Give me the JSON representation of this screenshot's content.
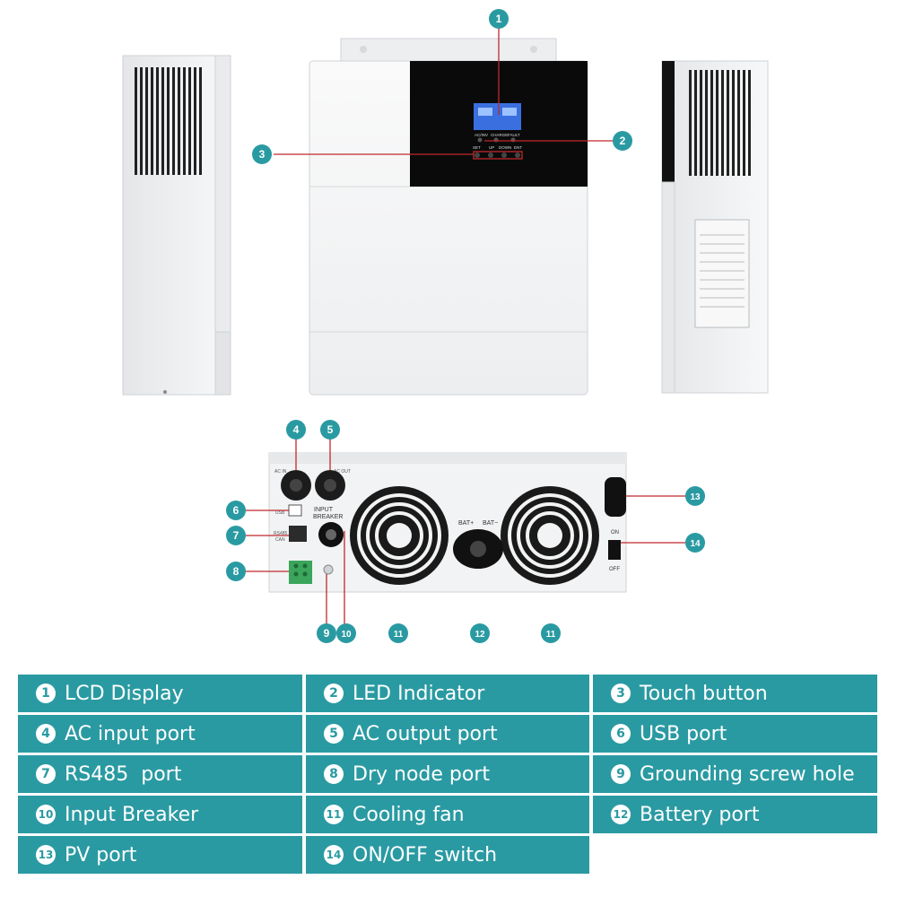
{
  "colors": {
    "teal": "#2a9aa2",
    "callout_red": "#c0282d",
    "callout_fill": "#2a9aa2",
    "body_white": "#f4f5f6",
    "screen_blue": "#3a6fe0"
  },
  "lcd": {
    "led_labels": [
      "AC/INV",
      "CHARGE",
      "FAULT"
    ],
    "button_labels": [
      "SET",
      "UP",
      "DOWN",
      "ENT"
    ]
  },
  "rear_panel": {
    "ac_in": "AC IN",
    "ac_out": "AC OUT",
    "usb": "USB",
    "rs485": "RS485",
    "can": "CAN",
    "input": "INPUT",
    "breaker": "BREAKER",
    "bat_plus": "BAT+",
    "bat_minus": "BAT−",
    "on": "ON",
    "off": "OFF"
  },
  "callouts": [
    "1",
    "2",
    "3",
    "4",
    "5",
    "6",
    "7",
    "8",
    "9",
    "10",
    "11",
    "12",
    "11",
    "13",
    "14"
  ],
  "legend": [
    {
      "num": "1",
      "label": "LCD Display"
    },
    {
      "num": "2",
      "label": "LED Indicator"
    },
    {
      "num": "3",
      "label": "Touch button"
    },
    {
      "num": "4",
      "label": "AC input port"
    },
    {
      "num": "5",
      "label": "AC output port"
    },
    {
      "num": "6",
      "label": "USB port"
    },
    {
      "num": "7",
      "label": "RS485  port"
    },
    {
      "num": "8",
      "label": "Dry node port"
    },
    {
      "num": "9",
      "label": "Grounding screw hole"
    },
    {
      "num": "10",
      "label": "Input Breaker"
    },
    {
      "num": "11",
      "label": "Cooling fan"
    },
    {
      "num": "12",
      "label": "Battery port"
    },
    {
      "num": "13",
      "label": "PV port"
    },
    {
      "num": "14",
      "label": "ON/OFF switch"
    }
  ]
}
